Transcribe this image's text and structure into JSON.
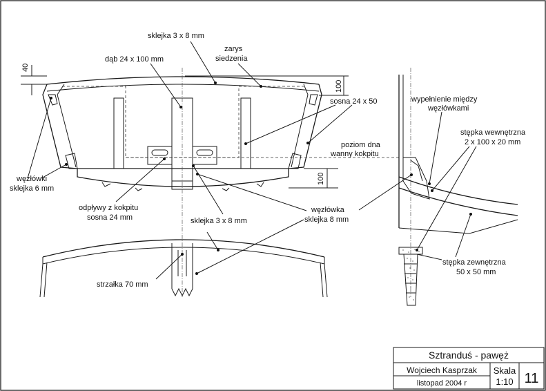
{
  "labels": {
    "sklejka_top": "sklejka 3 x 8 mm",
    "dab": "dąb 24 x 100 mm",
    "zarys_1": "zarys",
    "zarys_2": "siedzenia",
    "sosna": "sosna 24 x 50",
    "poziom_1": "poziom dna",
    "poziom_2": "wanny kokpitu",
    "wezlowki_1": "węzłówki",
    "wezlowki_2": "sklejka 6 mm",
    "odplywy_1": "odpływy z kokpitu",
    "odplywy_2": "sosna  24 mm",
    "sklejka_mid": "sklejka 3 x 8 mm",
    "wezlowka_1": "węzłówka",
    "wezlowka_2": "sklejka 8 mm",
    "strzalka": "strzałka 70 mm",
    "wypelnienie_1": "wypełnienie między",
    "wypelnienie_2": "węzłówkami",
    "stepka_wew_1": "stępka wewnętrzna",
    "stepka_wew_2": "2 x   100 x 20 mm",
    "stepka_zew_1": "stępka zewnętrzna",
    "stepka_zew_2": "50 x 50 mm"
  },
  "dimensions": {
    "d40": "40",
    "d100_top": "100",
    "d100_bottom": "100"
  },
  "title_block": {
    "title": "Sztranduś - pawęż",
    "author": "Wojciech Kasprzak",
    "date": "listopad 2004 r",
    "scale_label": "Skala",
    "scale_value": "1:10",
    "sheet_number": "11"
  }
}
